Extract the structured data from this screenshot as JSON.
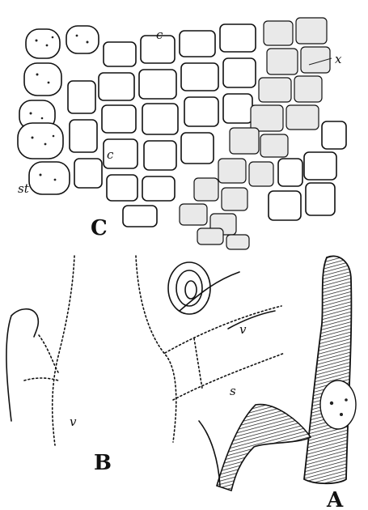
{
  "figure": {
    "panels": [
      {
        "id": "C",
        "label": "C"
      },
      {
        "id": "B",
        "label": "B"
      },
      {
        "id": "A",
        "label": "A"
      }
    ],
    "annotations": {
      "c_top": "c",
      "c_mid": "c",
      "x": "x",
      "st": "st",
      "v_left": "v",
      "v_right": "v",
      "s": "s"
    },
    "colors": {
      "ink": "#111111",
      "background": "#ffffff"
    }
  }
}
